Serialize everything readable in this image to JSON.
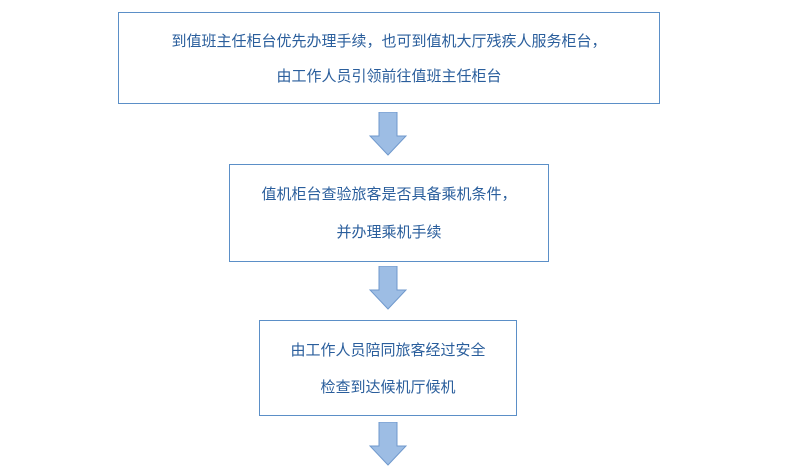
{
  "steps": [
    {
      "lines": [
        "到值班主任柜台优先办理手续，也可到值机大厅残疾人服务柜台，",
        "由工作人员引领前往值班主任柜台"
      ]
    },
    {
      "lines": [
        "值机柜台查验旅客是否具备乘机条件，",
        "并办理乘机手续"
      ]
    },
    {
      "lines": [
        "由工作人员陪同旅客经过安全",
        "检查到达候机厅候机"
      ]
    }
  ],
  "colors": {
    "box_border": "#5b8fc7",
    "text": "#2a5e9c",
    "arrow_fill": "#9dbde4",
    "arrow_stroke": "#6f98cc"
  }
}
